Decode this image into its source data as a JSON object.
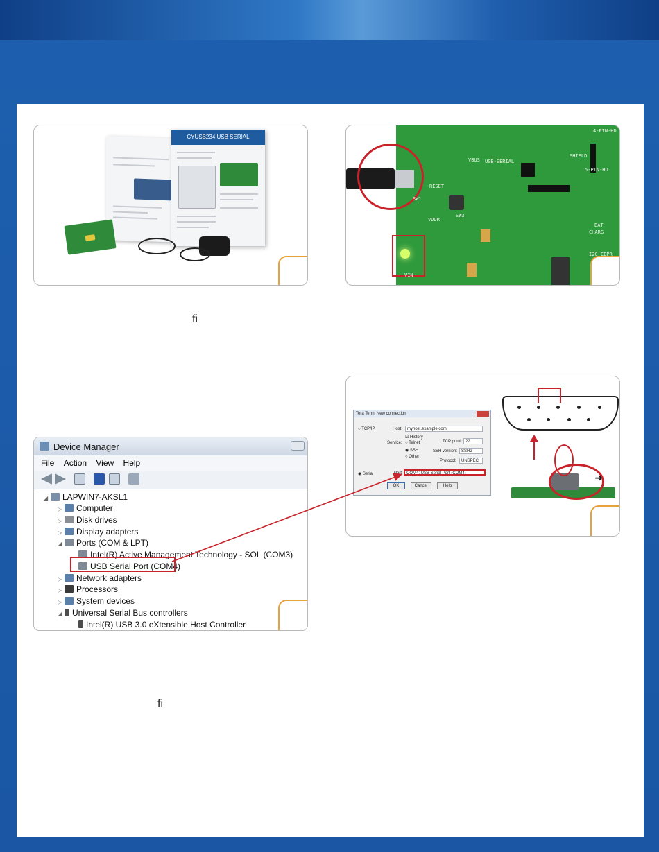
{
  "figure1": {
    "step_label": ""
  },
  "figure2": {
    "step_label": ""
  },
  "figure3": {
    "step_label": ""
  },
  "figure4": {
    "step_label": ""
  },
  "glyph_top": "ﬁ",
  "glyph_bottom": "ﬁ",
  "booklet": {
    "title": "CYUSB234 USB SERIAL",
    "subtitle": "DEVELOPMENT KIT QUICK START GUIDE"
  },
  "device_manager": {
    "title": "Device Manager",
    "menu": [
      "File",
      "Action",
      "View",
      "Help"
    ],
    "tree": [
      "LAPWIN7-AKSL1",
      "Computer",
      "Disk drives",
      "Display adapters",
      "Ports (COM & LPT)",
      "Intel(R) Active Management Technology - SOL (COM3)",
      "USB Serial Port (COM4)",
      "Network adapters",
      "Processors",
      "System devices",
      "Universal Serial Bus controllers",
      "Intel(R) USB 3.0 eXtensible Host Controller"
    ]
  },
  "tera_term": {
    "title": "Tera Term: New connection",
    "tcpip": "TCP/IP",
    "host_label": "Host:",
    "host_value": "myhost.example.com",
    "history": "History",
    "service_label": "Service:",
    "telnet": "Telnet",
    "ssh": "SSH",
    "other": "Other",
    "tcp_port_label": "TCP port#:",
    "tcp_port_value": "22",
    "ssh_version_label": "SSH version:",
    "ssh_version_value": "SSH2",
    "protocol_label": "Protocol:",
    "protocol_value": "UNSPEC",
    "serial": "Serial",
    "port_label": "Port:",
    "port_value": "COM4: USB Serial Port (COM4)",
    "ok": "OK",
    "cancel": "Cancel",
    "help": "Help"
  },
  "pcb_labels": [
    "USB-SERIAL",
    "SW3",
    "SW1",
    "4-PIN-HD",
    "5-PIN-HD",
    "VBUS",
    "RESET",
    "VDDR",
    "SHIELD",
    "I2C EEPR",
    "VIN",
    "BAT",
    "CHARG"
  ]
}
